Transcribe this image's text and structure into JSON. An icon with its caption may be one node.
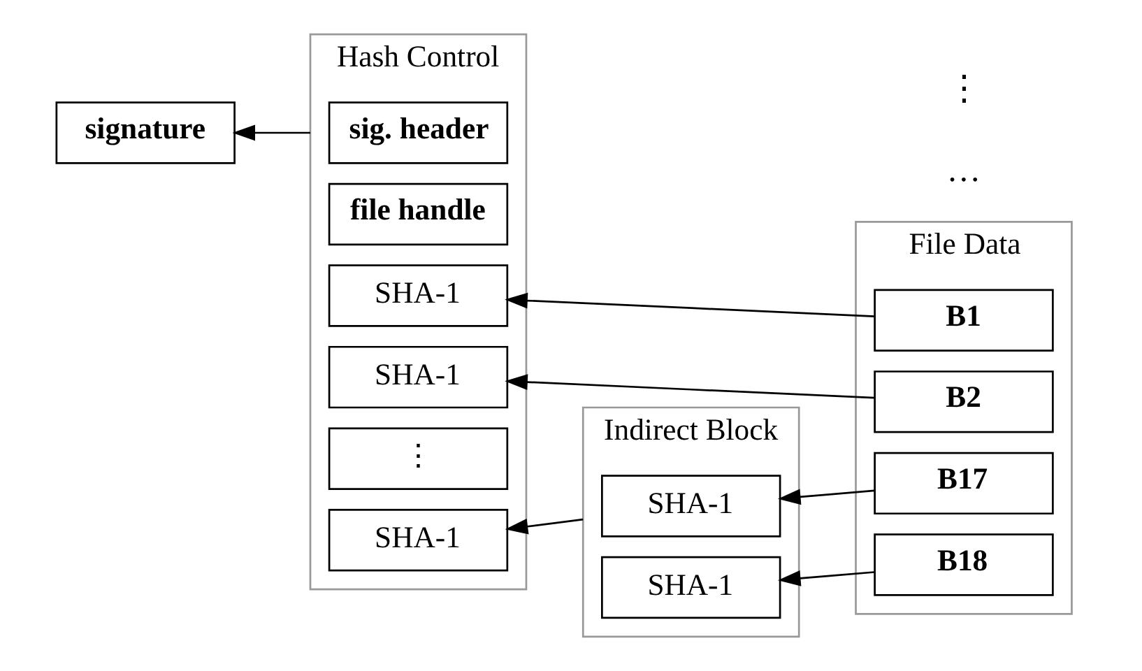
{
  "diagram": {
    "nodes": [
      {
        "text": [
          "Hash Control"
        ]
      },
      {
        "text": [
          "sig. header"
        ],
        "in": 0
      },
      {
        "text": [
          "file handle"
        ],
        "in": 0
      },
      {
        "text": [
          "SHA-1"
        ],
        "in": 0
      },
      {
        "text": [
          "SHA-1"
        ],
        "in": 0
      },
      {
        "text": [
          "⋮"
        ],
        "in": 0
      },
      {
        "text": [
          "SHA-1"
        ],
        "in": 0
      },
      {
        "text": [
          "signature"
        ]
      },
      {
        "text": [
          "File Data"
        ]
      },
      {
        "text": [
          "B1"
        ],
        "in": 8
      },
      {
        "text": [
          "B2"
        ],
        "in": 8
      },
      {
        "text": [
          "B17"
        ],
        "in": 8
      },
      {
        "text": [
          "B18"
        ],
        "in": 8
      },
      {
        "text": [
          "Indirect Block"
        ]
      },
      {
        "text": [
          "SHA-1"
        ],
        "in": 13
      },
      {
        "text": [
          "SHA-1"
        ],
        "in": 13
      }
    ],
    "edges": [
      {
        "from": 9,
        "to": 3,
        "arrow": "to"
      },
      {
        "from": 10,
        "to": 4,
        "arrow": "to"
      },
      {
        "from": 11,
        "to": 14,
        "arrow": "to"
      },
      {
        "from": 12,
        "to": 15,
        "arrow": "to"
      },
      {
        "from": 13,
        "to": 6,
        "arrow": "to"
      },
      {
        "from": 0,
        "to": 7,
        "arrow": "to"
      }
    ],
    "labels": [
      "…",
      "⋮"
    ]
  }
}
